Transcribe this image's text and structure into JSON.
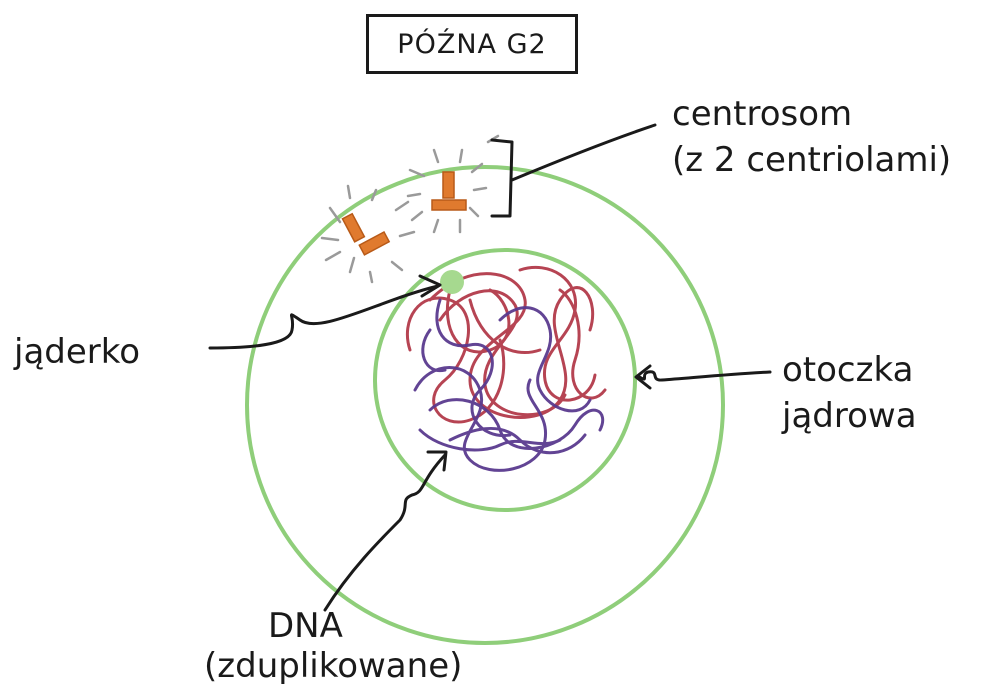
{
  "title": "PÓŹNA G2",
  "labels": {
    "centrosome_line1": "centrosom",
    "centrosome_line2": "(z 2 centriolami)",
    "nucleolus": "jąderko",
    "envelope_line1": "otoczka",
    "envelope_line2": "jądrowa",
    "dna_line1": "DNA",
    "dna_line2": "(zduplikowane)"
  },
  "colors": {
    "cell_outline": "#8fce7a",
    "nucleolus": "#a6d98f",
    "centriole": "#e07a2e",
    "centriole_edge": "#b85a18",
    "microtubule": "#9a9a9a",
    "dna_red": "#b33a4a",
    "dna_purple": "#5a3a8f",
    "ink": "#1a1a1a"
  }
}
